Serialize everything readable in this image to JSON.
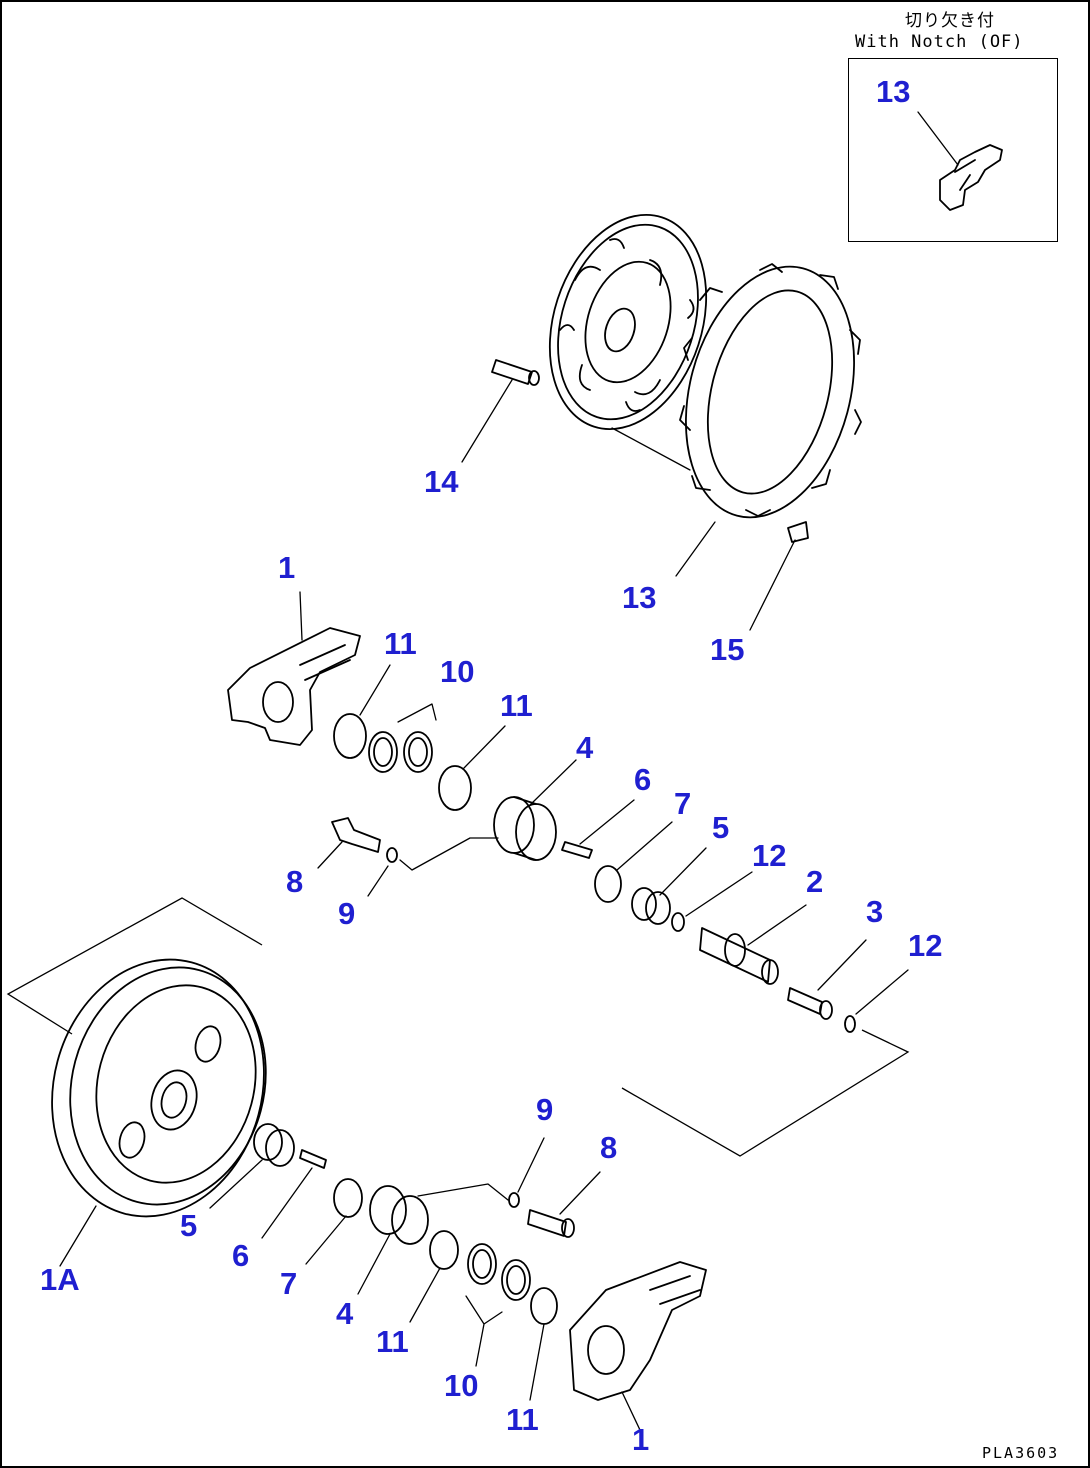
{
  "inset": {
    "title_jp": "切り欠き付",
    "title_en": "With Notch (OF)"
  },
  "drawing_code": "PLA3603",
  "colors": {
    "callout": "#1f1fd0",
    "line": "#000000"
  },
  "callouts": [
    {
      "id": "c13-inset",
      "text": "13"
    },
    {
      "id": "c14",
      "text": "14"
    },
    {
      "id": "c13",
      "text": "13"
    },
    {
      "id": "c15",
      "text": "15"
    },
    {
      "id": "c1-top",
      "text": "1"
    },
    {
      "id": "c11-a",
      "text": "11"
    },
    {
      "id": "c10-top",
      "text": "10"
    },
    {
      "id": "c11-b",
      "text": "11"
    },
    {
      "id": "c4-top",
      "text": "4"
    },
    {
      "id": "c6-top",
      "text": "6"
    },
    {
      "id": "c7-top",
      "text": "7"
    },
    {
      "id": "c5-top",
      "text": "5"
    },
    {
      "id": "c12-a",
      "text": "12"
    },
    {
      "id": "c2",
      "text": "2"
    },
    {
      "id": "c3",
      "text": "3"
    },
    {
      "id": "c12-b",
      "text": "12"
    },
    {
      "id": "c8-top",
      "text": "8"
    },
    {
      "id": "c9-top",
      "text": "9"
    },
    {
      "id": "c9-bot",
      "text": "9"
    },
    {
      "id": "c8-bot",
      "text": "8"
    },
    {
      "id": "c5-bot",
      "text": "5"
    },
    {
      "id": "c6-bot",
      "text": "6"
    },
    {
      "id": "c7-bot",
      "text": "7"
    },
    {
      "id": "c1a",
      "text": "1A"
    },
    {
      "id": "c4-bot",
      "text": "4"
    },
    {
      "id": "c11-c",
      "text": "11"
    },
    {
      "id": "c10-bot",
      "text": "10"
    },
    {
      "id": "c11-d",
      "text": "11"
    },
    {
      "id": "c1-bot",
      "text": "1"
    }
  ]
}
